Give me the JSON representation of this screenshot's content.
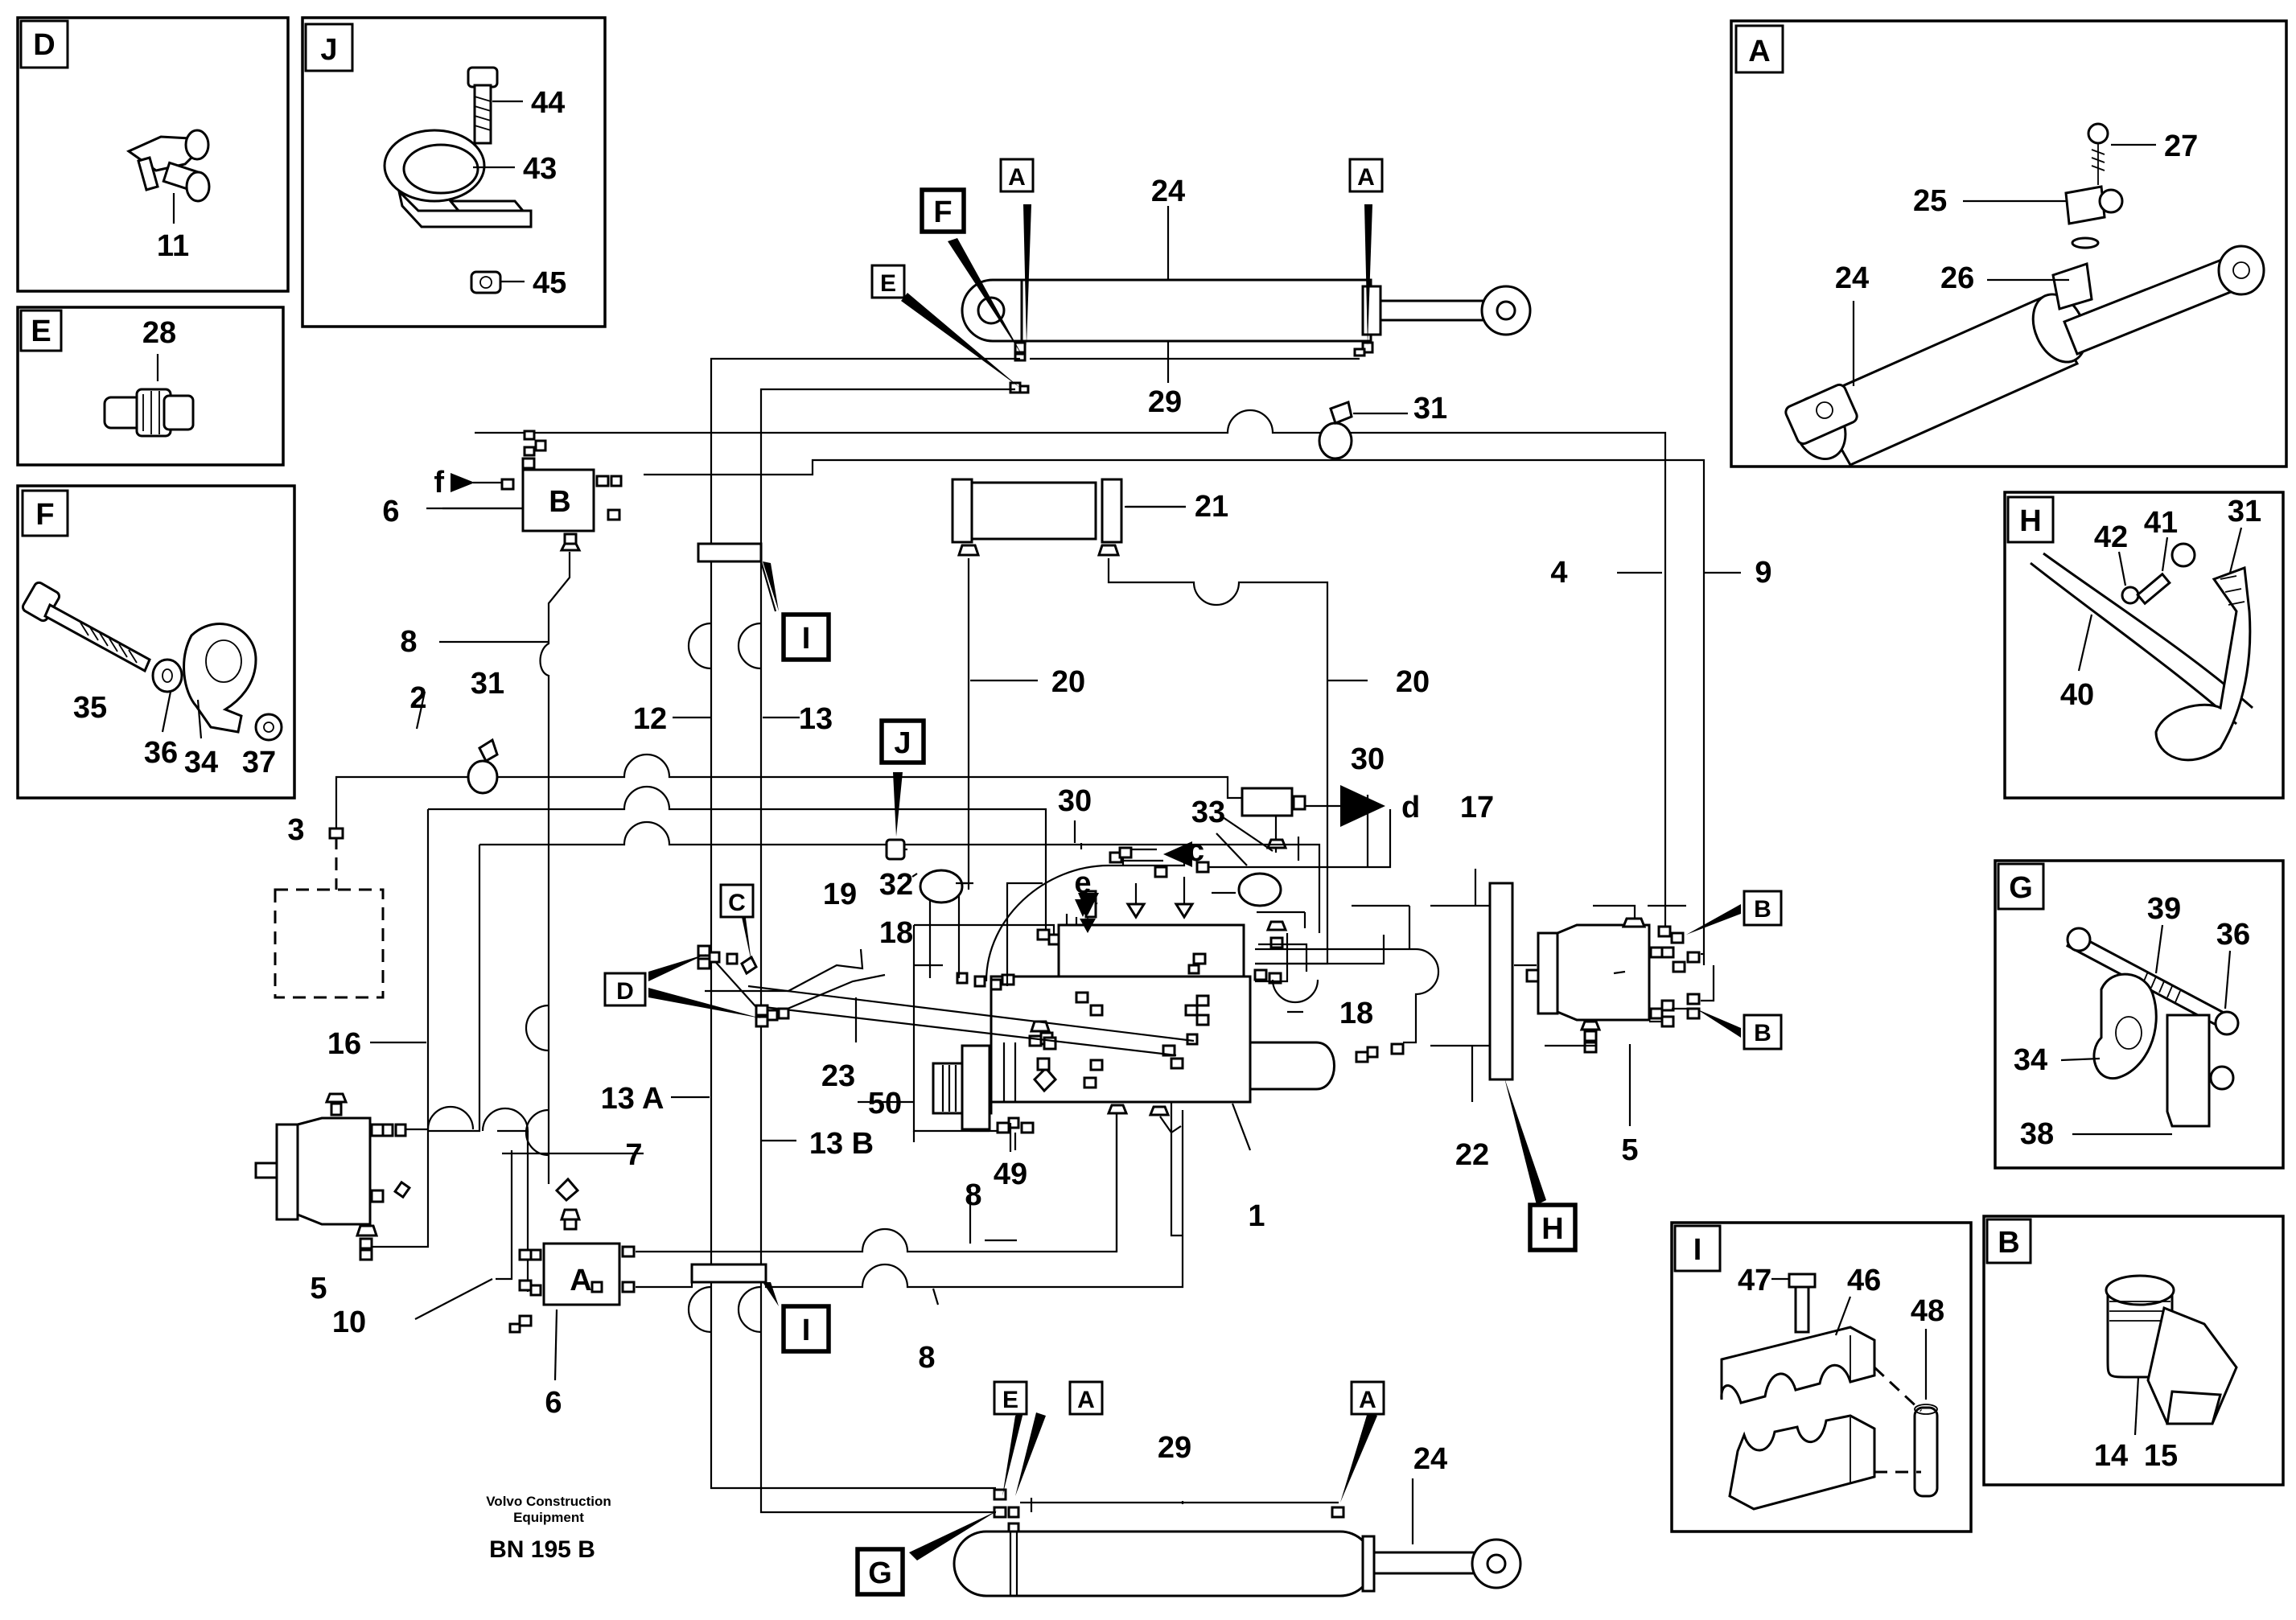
{
  "footer": {
    "company_line1": "Volvo Construction",
    "company_line2": "Equipment",
    "ref": "BN 195 B"
  },
  "insets": {
    "D": {
      "tag": "D",
      "parts": [
        "11"
      ]
    },
    "E": {
      "tag": "E",
      "parts": [
        "28"
      ]
    },
    "F": {
      "tag": "F",
      "parts": [
        "35",
        "36",
        "34",
        "37"
      ]
    },
    "J": {
      "tag": "J",
      "parts": [
        "44",
        "43",
        "45"
      ]
    },
    "A": {
      "tag": "A",
      "parts": [
        "27",
        "25",
        "26",
        "24"
      ]
    },
    "H": {
      "tag": "H",
      "parts": [
        "42",
        "41",
        "31",
        "40"
      ]
    },
    "G": {
      "tag": "G",
      "parts": [
        "39",
        "36",
        "34",
        "38"
      ]
    },
    "I": {
      "tag": "I",
      "parts": [
        "47",
        "46",
        "48"
      ]
    },
    "B": {
      "tag": "B",
      "parts": [
        "14",
        "15"
      ]
    }
  },
  "main": {
    "tags": {
      "A": "A",
      "B": "B",
      "C": "C",
      "D": "D",
      "E": "E",
      "F": "F",
      "G": "G",
      "H": "H",
      "I": "I",
      "J": "J"
    },
    "valve_letters": {
      "valve_b": "B",
      "valve_a": "A"
    },
    "arrows": {
      "f": "f",
      "d": "d",
      "c": "c",
      "e": "e"
    },
    "labels": {
      "n1": "1",
      "n2": "2",
      "n3": "3",
      "n4": "4",
      "n5": "5",
      "n6": "6",
      "n7": "7",
      "n8": "8",
      "n9": "9",
      "n10": "10",
      "n12": "12",
      "n13": "13",
      "n13a": "13 A",
      "n13b": "13 B",
      "n16": "16",
      "n17": "17",
      "n18": "18",
      "n19": "19",
      "n20": "20",
      "n21": "21",
      "n22": "22",
      "n23": "23",
      "n24": "24",
      "n29": "29",
      "n30": "30",
      "n31": "31",
      "n32": "32",
      "n33": "33",
      "n49": "49",
      "n50": "50"
    }
  }
}
